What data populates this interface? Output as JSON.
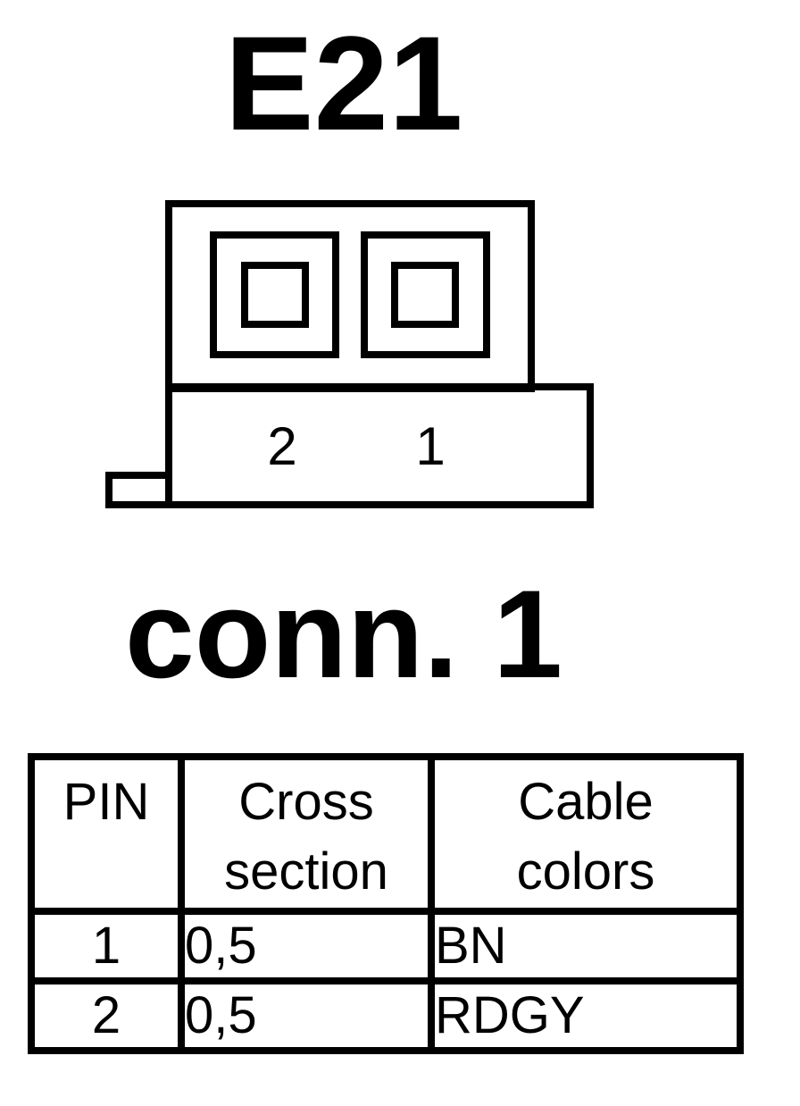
{
  "connector": {
    "title": "E21",
    "label": "conn. 1",
    "pin_labels": [
      "2",
      "1"
    ]
  },
  "pin_table": {
    "headers": {
      "pin": "PIN",
      "cross_section_line1": "Cross",
      "cross_section_line2": "section",
      "cable_colors_line1": "Cable",
      "cable_colors_line2": "colors"
    },
    "rows": [
      {
        "pin": "1",
        "cross_section": "0,5",
        "cable_color": "BN"
      },
      {
        "pin": "2",
        "cross_section": "0,5",
        "cable_color": "RDGY"
      }
    ]
  }
}
